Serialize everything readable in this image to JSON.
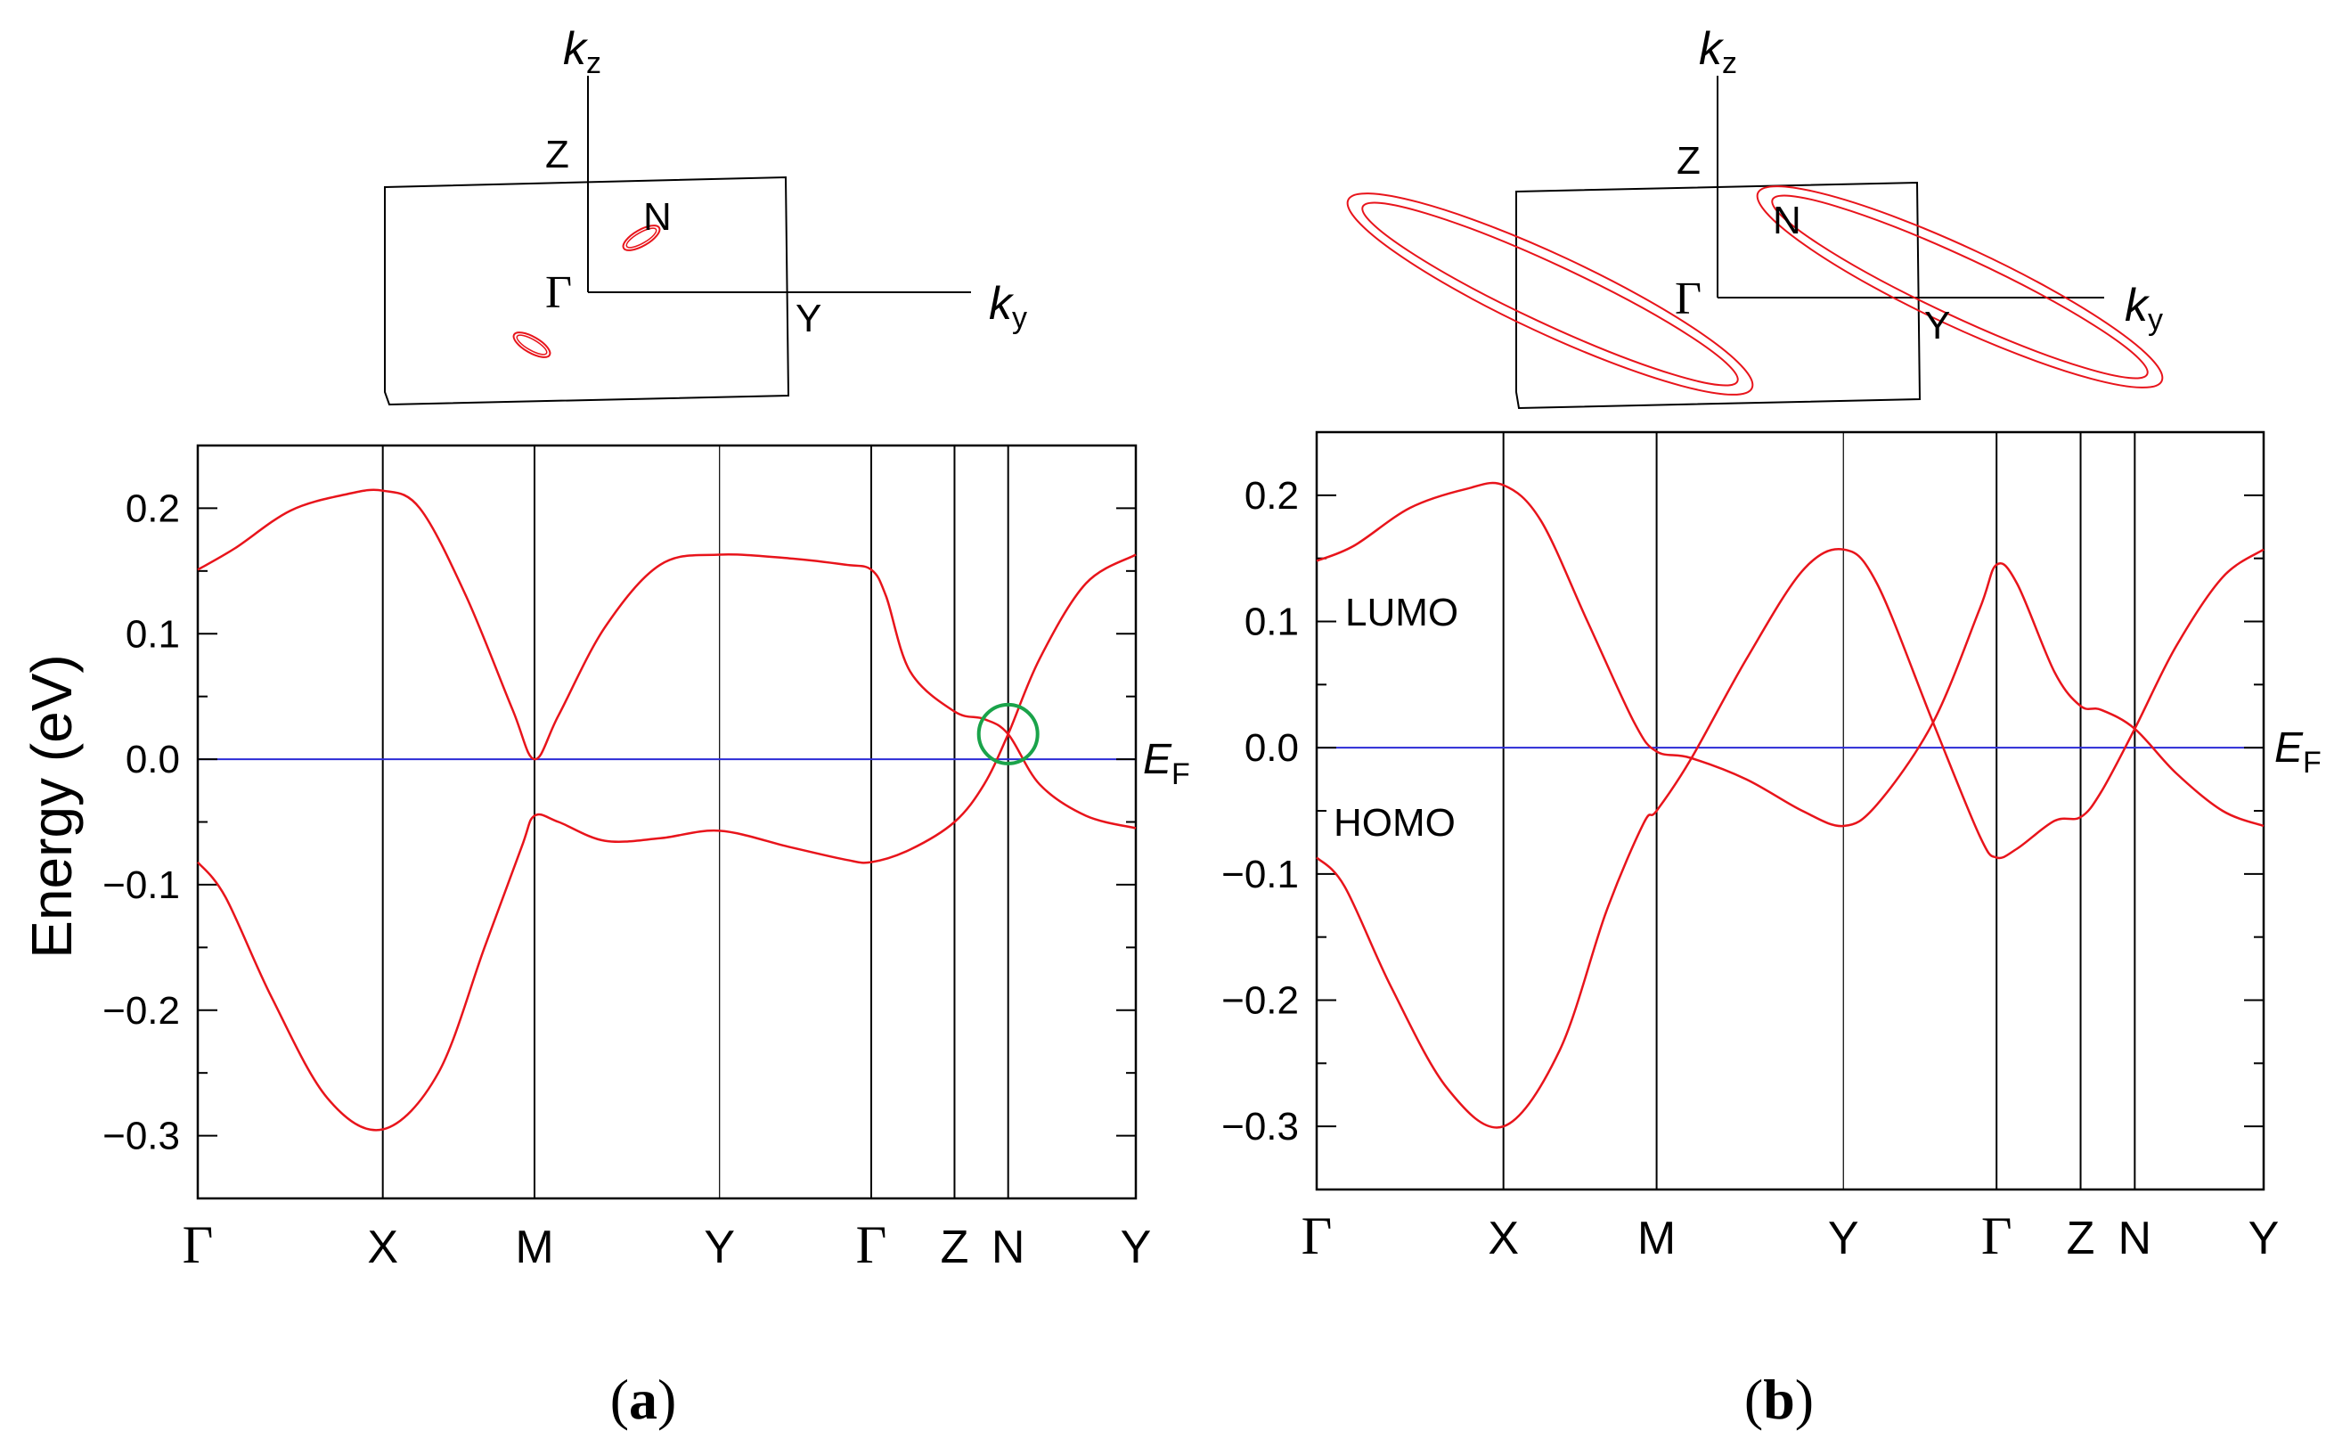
{
  "figure": {
    "ylabel": "Energy (eV)",
    "fermi_label": {
      "main": "E",
      "sub": "F"
    }
  },
  "panels": [
    {
      "caption": "a",
      "axis_labels": {
        "kz_main": "k",
        "kz_sub": "z",
        "ky_main": "k",
        "ky_sub": "y",
        "Z": "Z",
        "N": "N",
        "Gamma": "Γ",
        "Y": "Y"
      },
      "annotations": []
    },
    {
      "caption": "b",
      "axis_labels": {
        "kz_main": "k",
        "kz_sub": "z",
        "ky_main": "k",
        "ky_sub": "y",
        "Z": "Z",
        "N": "N",
        "Gamma": "Γ",
        "Y": "Y"
      },
      "annotations": [
        "LUMO",
        "HOMO"
      ]
    }
  ],
  "colors": {
    "bands": "#e8141b",
    "fermi_line": "#2b2bd6",
    "highlight_circle": "#1aa34a",
    "axes": "#000000"
  },
  "chart_data": [
    {
      "type": "line",
      "panel": "a",
      "ylabel": "Energy (eV)",
      "ylim": [
        -0.35,
        0.25
      ],
      "yticks": [
        -0.3,
        -0.2,
        -0.1,
        0.0,
        0.1,
        0.2
      ],
      "ytick_labels": [
        "−0.3",
        "−0.2",
        "−0.1",
        "0.0",
        "0.1",
        "0.2"
      ],
      "xticks": [
        0,
        1,
        1.82,
        2.82,
        3.64,
        4.09,
        4.38,
        5.07
      ],
      "xtick_labels": [
        "Γ",
        "X",
        "M",
        "Y",
        "Γ",
        "Z",
        "N",
        "Y"
      ],
      "xlim": [
        0,
        5.07
      ],
      "fermi_level": 0.0,
      "highlight": {
        "shape": "circle",
        "x": 4.38,
        "y": 0.02
      },
      "series": [
        {
          "x": [
            0,
            0.2,
            0.5,
            0.8,
            1.0,
            1.2,
            1.45,
            1.7,
            1.82,
            1.95,
            2.2,
            2.5,
            2.82,
            3.2,
            3.5,
            3.64,
            3.72,
            3.85,
            4.09,
            4.25,
            4.38,
            4.55,
            4.8,
            5.07
          ],
          "values": [
            0.151,
            0.168,
            0.198,
            0.211,
            0.214,
            0.2,
            0.13,
            0.04,
            0.0,
            0.035,
            0.105,
            0.155,
            0.163,
            0.16,
            0.155,
            0.151,
            0.13,
            0.07,
            0.038,
            0.032,
            0.02,
            -0.02,
            -0.045,
            -0.055
          ]
        },
        {
          "x": [
            0,
            0.15,
            0.4,
            0.7,
            1.0,
            1.3,
            1.55,
            1.75,
            1.82,
            1.95,
            2.2,
            2.5,
            2.82,
            3.2,
            3.5,
            3.64,
            3.85,
            4.09,
            4.25,
            4.38,
            4.55,
            4.8,
            5.07
          ],
          "values": [
            -0.082,
            -0.11,
            -0.19,
            -0.27,
            -0.295,
            -0.25,
            -0.15,
            -0.07,
            -0.045,
            -0.05,
            -0.065,
            -0.063,
            -0.057,
            -0.07,
            -0.08,
            -0.082,
            -0.072,
            -0.05,
            -0.02,
            0.02,
            0.08,
            0.14,
            0.163
          ]
        }
      ]
    },
    {
      "type": "line",
      "panel": "b",
      "ylim": [
        -0.35,
        0.25
      ],
      "yticks": [
        -0.3,
        -0.2,
        -0.1,
        0.0,
        0.1,
        0.2
      ],
      "ytick_labels": [
        "−0.3",
        "−0.2",
        "−0.1",
        "0.0",
        "0.1",
        "0.2"
      ],
      "xticks": [
        0,
        1,
        1.82,
        2.82,
        3.64,
        4.09,
        4.38,
        5.07
      ],
      "xtick_labels": [
        "Γ",
        "X",
        "M",
        "Y",
        "Γ",
        "Z",
        "N",
        "Y"
      ],
      "xlim": [
        0,
        5.07
      ],
      "fermi_level": 0.0,
      "annotations": [
        "LUMO",
        "HOMO"
      ],
      "series": [
        {
          "x": [
            0,
            0.2,
            0.5,
            0.8,
            1.0,
            1.2,
            1.45,
            1.7,
            1.82,
            2.0,
            2.3,
            2.6,
            2.82,
            3.0,
            3.3,
            3.55,
            3.64,
            3.75,
            3.95,
            4.09,
            4.2,
            4.38,
            4.6,
            4.85,
            5.07
          ],
          "values": [
            0.148,
            0.16,
            0.19,
            0.205,
            0.208,
            0.18,
            0.1,
            0.02,
            -0.003,
            -0.008,
            -0.025,
            -0.05,
            -0.062,
            -0.045,
            0.02,
            0.11,
            0.145,
            0.13,
            0.06,
            0.033,
            0.03,
            0.015,
            -0.02,
            -0.05,
            -0.062
          ]
        },
        {
          "x": [
            0,
            0.15,
            0.4,
            0.7,
            1.0,
            1.3,
            1.55,
            1.75,
            1.82,
            2.0,
            2.3,
            2.6,
            2.82,
            3.0,
            3.3,
            3.55,
            3.64,
            3.75,
            3.95,
            4.09,
            4.2,
            4.38,
            4.6,
            4.85,
            5.07
          ],
          "values": [
            -0.087,
            -0.11,
            -0.19,
            -0.27,
            -0.3,
            -0.24,
            -0.13,
            -0.06,
            -0.05,
            -0.01,
            0.07,
            0.14,
            0.157,
            0.13,
            0.02,
            -0.07,
            -0.087,
            -0.08,
            -0.058,
            -0.055,
            -0.035,
            0.015,
            0.08,
            0.135,
            0.157
          ]
        }
      ]
    }
  ]
}
